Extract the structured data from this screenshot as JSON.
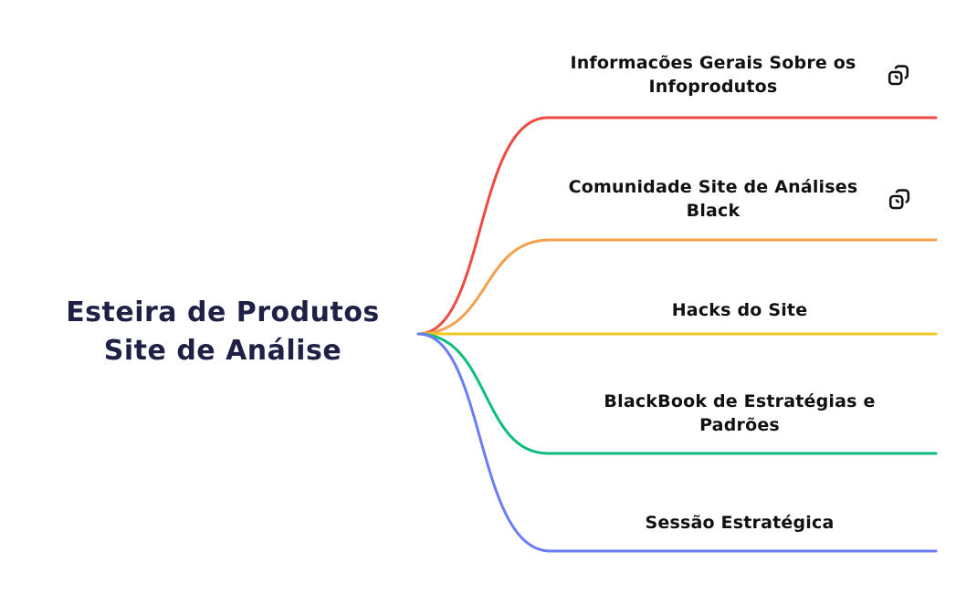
{
  "canvas": {
    "background_color": "#ffffff",
    "label_text_color": "#111111"
  },
  "root": {
    "label": "Esteira de Produtos\nSite de Análise",
    "text_color": "#1e2045"
  },
  "branches": [
    {
      "label": "Informacões Gerais Sobre os\nInfoprodutos",
      "color": "#ef4a41",
      "has_link_icon": true
    },
    {
      "label": "Comunidade Site de Análises\nBlack",
      "color": "#f5a04c",
      "has_link_icon": true
    },
    {
      "label": "Hacks do Site",
      "color": "#f2c71d",
      "has_link_icon": false
    },
    {
      "label": "BlackBook de Estratégias e\nPadrões",
      "color": "#0cbe7b",
      "has_link_icon": false
    },
    {
      "label": "Sessão Estratégica",
      "color": "#6b7cf7",
      "has_link_icon": false
    }
  ],
  "icons": {
    "link_icon": "interlocked-squares-link",
    "link_icon_color": "#111111"
  }
}
